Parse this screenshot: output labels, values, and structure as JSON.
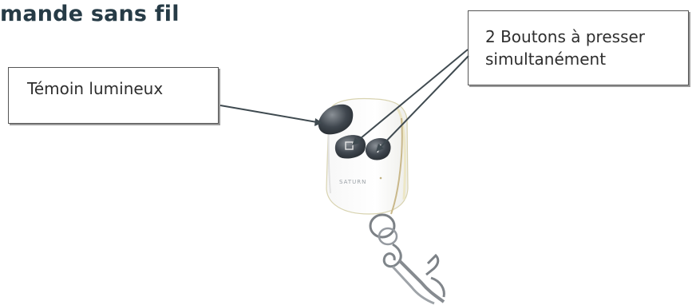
{
  "title": "mande sans fil",
  "callouts": {
    "indicator": {
      "label": "Témoin lumineux"
    },
    "buttons": {
      "line1": "2 Boutons à presser",
      "line2": "simultanément"
    }
  },
  "remote": {
    "brand": "SATURN"
  }
}
